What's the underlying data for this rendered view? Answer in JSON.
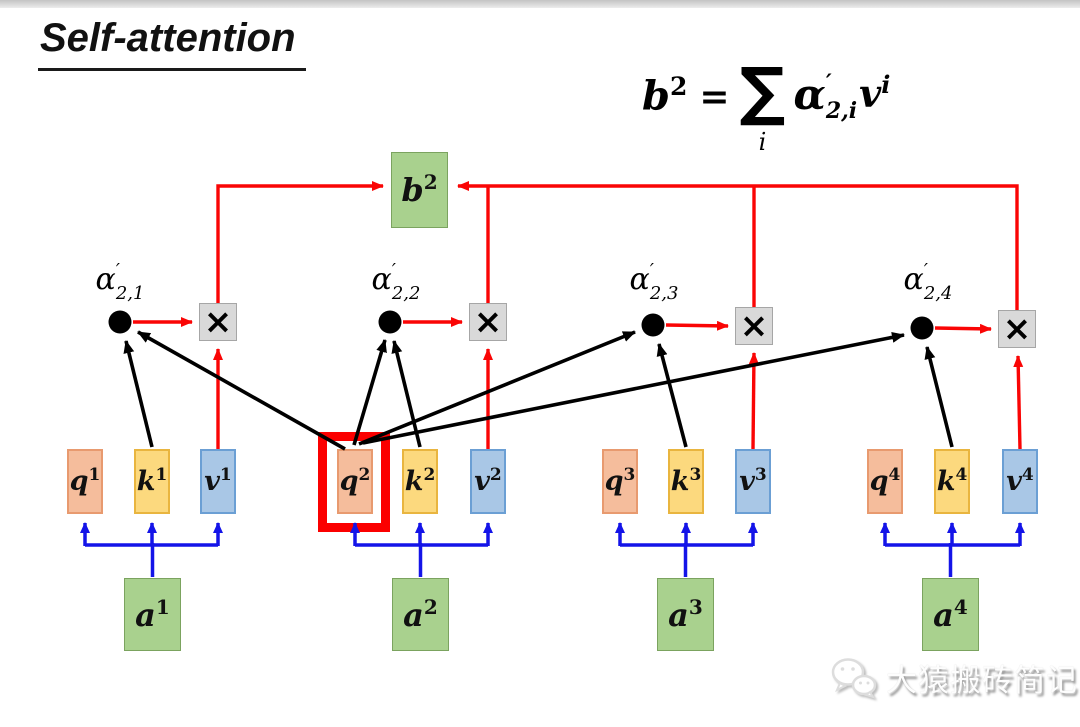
{
  "title": {
    "text": "Self-attention"
  },
  "formula": {
    "lhs_base": "b",
    "lhs_sup": "2",
    "equals": "=",
    "sigma": "∑",
    "sigma_sub": "i",
    "alpha_base": "α",
    "alpha_prime": "′",
    "alpha_sub": "2,i",
    "v_base": "v",
    "v_sup": "i"
  },
  "output_node": {
    "base": "b",
    "sup": "2"
  },
  "operators": {
    "times": "×"
  },
  "groups": [
    {
      "alpha": {
        "base": "α",
        "prime": "′",
        "sub": "2,1"
      },
      "q": {
        "base": "q",
        "sup": "1"
      },
      "k": {
        "base": "k",
        "sup": "1"
      },
      "v": {
        "base": "v",
        "sup": "1"
      },
      "a": {
        "base": "a",
        "sup": "1"
      }
    },
    {
      "alpha": {
        "base": "α",
        "prime": "′",
        "sub": "2,2"
      },
      "q": {
        "base": "q",
        "sup": "2"
      },
      "k": {
        "base": "k",
        "sup": "2"
      },
      "v": {
        "base": "v",
        "sup": "2"
      },
      "a": {
        "base": "a",
        "sup": "2"
      }
    },
    {
      "alpha": {
        "base": "α",
        "prime": "′",
        "sub": "2,3"
      },
      "q": {
        "base": "q",
        "sup": "3"
      },
      "k": {
        "base": "k",
        "sup": "3"
      },
      "v": {
        "base": "v",
        "sup": "3"
      },
      "a": {
        "base": "a",
        "sup": "3"
      }
    },
    {
      "alpha": {
        "base": "α",
        "prime": "′",
        "sub": "2,4"
      },
      "q": {
        "base": "q",
        "sup": "4"
      },
      "k": {
        "base": "k",
        "sup": "4"
      },
      "v": {
        "base": "v",
        "sup": "4"
      },
      "a": {
        "base": "a",
        "sup": "4"
      }
    }
  ],
  "watermark": {
    "text": "大猿搬砖简记",
    "icon": "wechat-icon"
  },
  "colors": {
    "arrow_red": "#fa0505",
    "arrow_blue": "#1414e8",
    "arrow_black": "#000000",
    "highlight_red": "#fb0000",
    "green_fill": "#a9d18e",
    "green_border": "#7ba35f",
    "orange_fill": "#f5bd9c",
    "orange_border": "#e89a6f",
    "yellow_fill": "#fcd97e",
    "yellow_border": "#e9b53f",
    "blue_fill": "#a9c7e6",
    "blue_border": "#6b9fd4",
    "multiply_fill": "#d9d9d9",
    "multiply_border": "#a6a6a6"
  }
}
